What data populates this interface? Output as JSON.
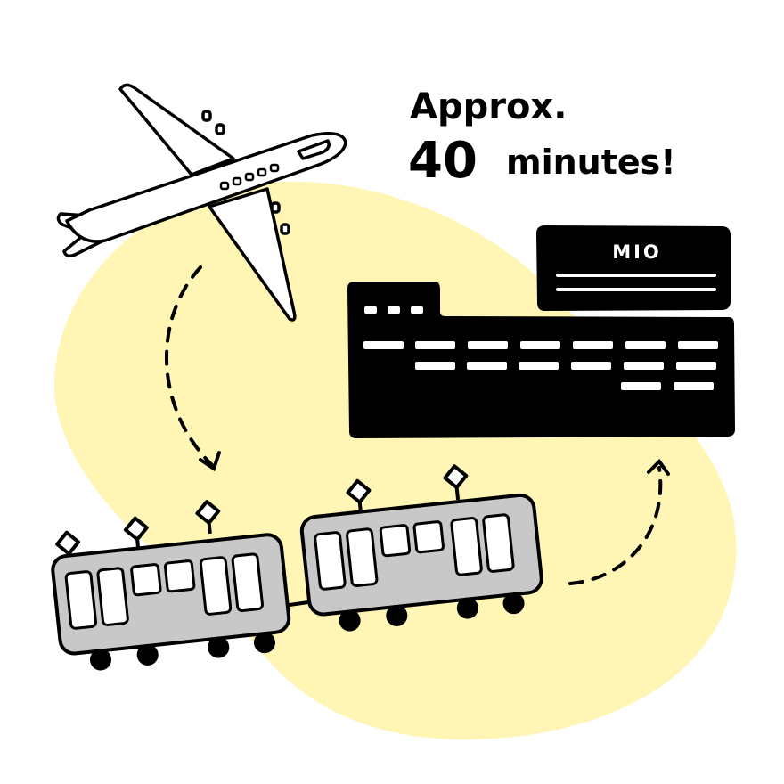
{
  "headline": {
    "line1": "Approx.",
    "number": "40",
    "unit": "minutes!"
  },
  "building": {
    "sign_label": "MIO"
  },
  "colors": {
    "blob": "#FFF5B4",
    "train_body": "#C8C8C8",
    "ink": "#000000"
  }
}
